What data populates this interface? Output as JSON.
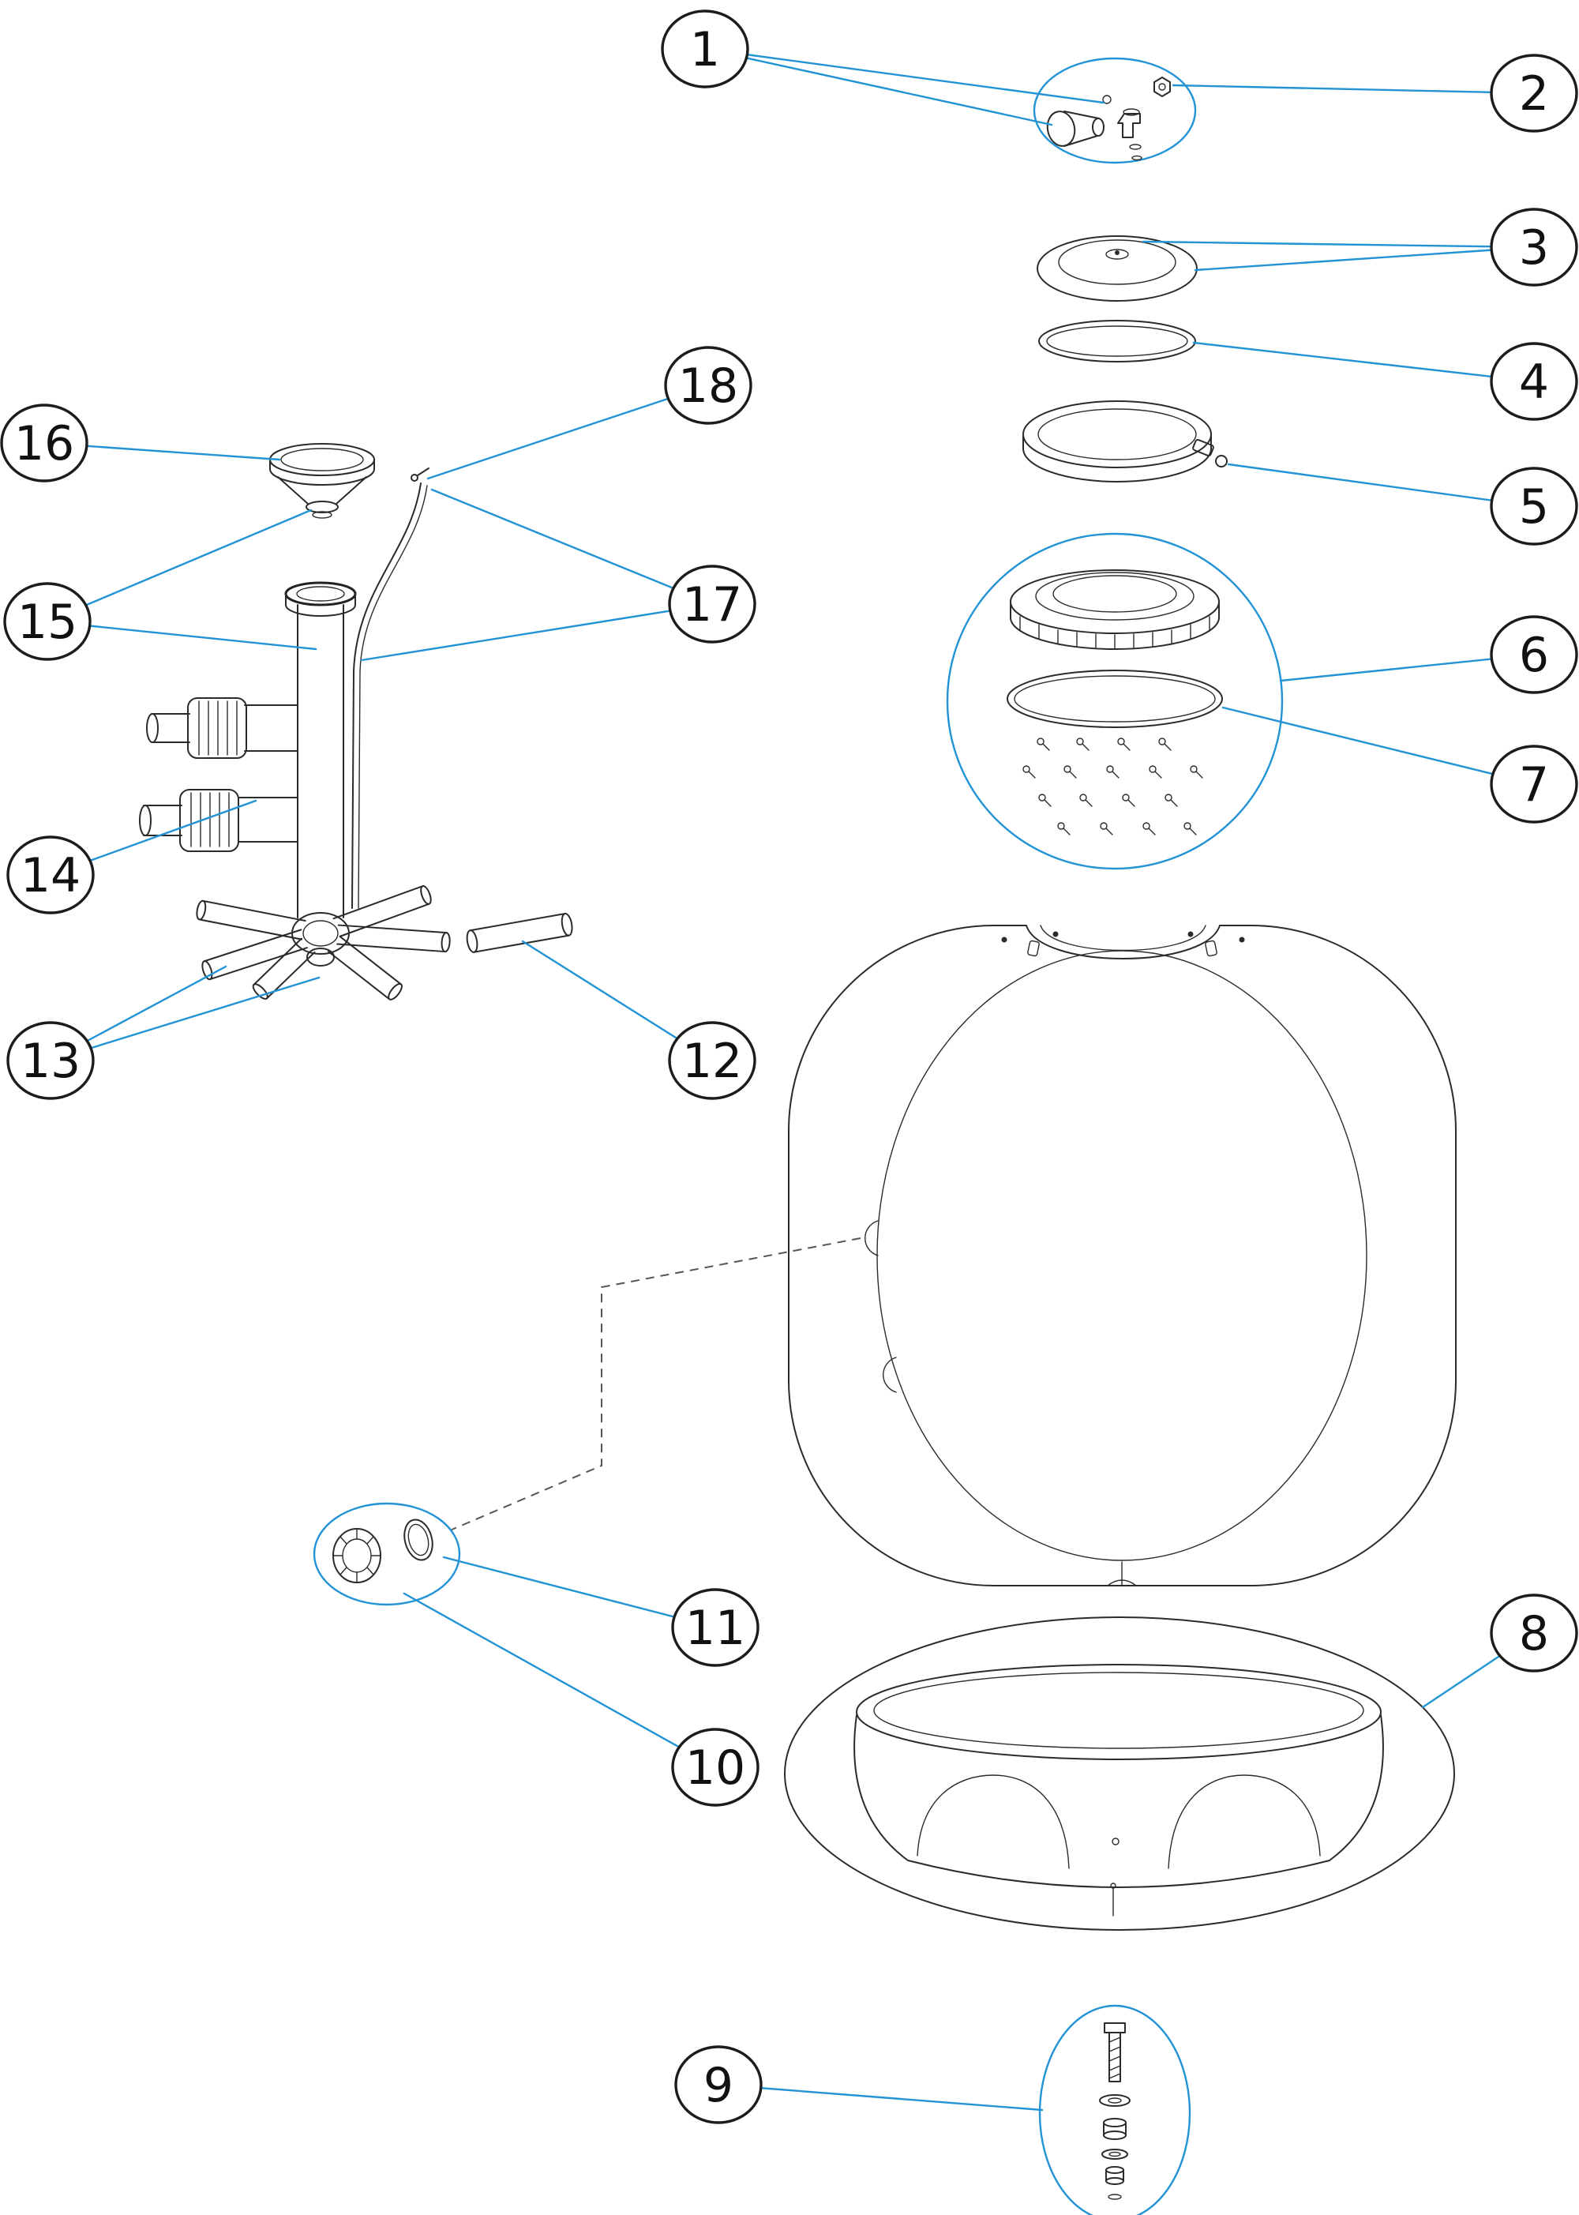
{
  "diagram": {
    "title": "Sand filter exploded parts diagram",
    "figure_type": "exploded-view",
    "colors": {
      "accent": "#2293d4",
      "line": "#2b2b2b",
      "background": "#ffffff"
    },
    "callouts": [
      {
        "label": "1"
      },
      {
        "label": "2"
      },
      {
        "label": "3"
      },
      {
        "label": "4"
      },
      {
        "label": "5"
      },
      {
        "label": "6"
      },
      {
        "label": "7"
      },
      {
        "label": "8"
      },
      {
        "label": "9"
      },
      {
        "label": "10"
      },
      {
        "label": "11"
      },
      {
        "label": "12"
      },
      {
        "label": "13"
      },
      {
        "label": "14"
      },
      {
        "label": "15"
      },
      {
        "label": "16"
      },
      {
        "label": "17"
      },
      {
        "label": "18"
      }
    ]
  }
}
